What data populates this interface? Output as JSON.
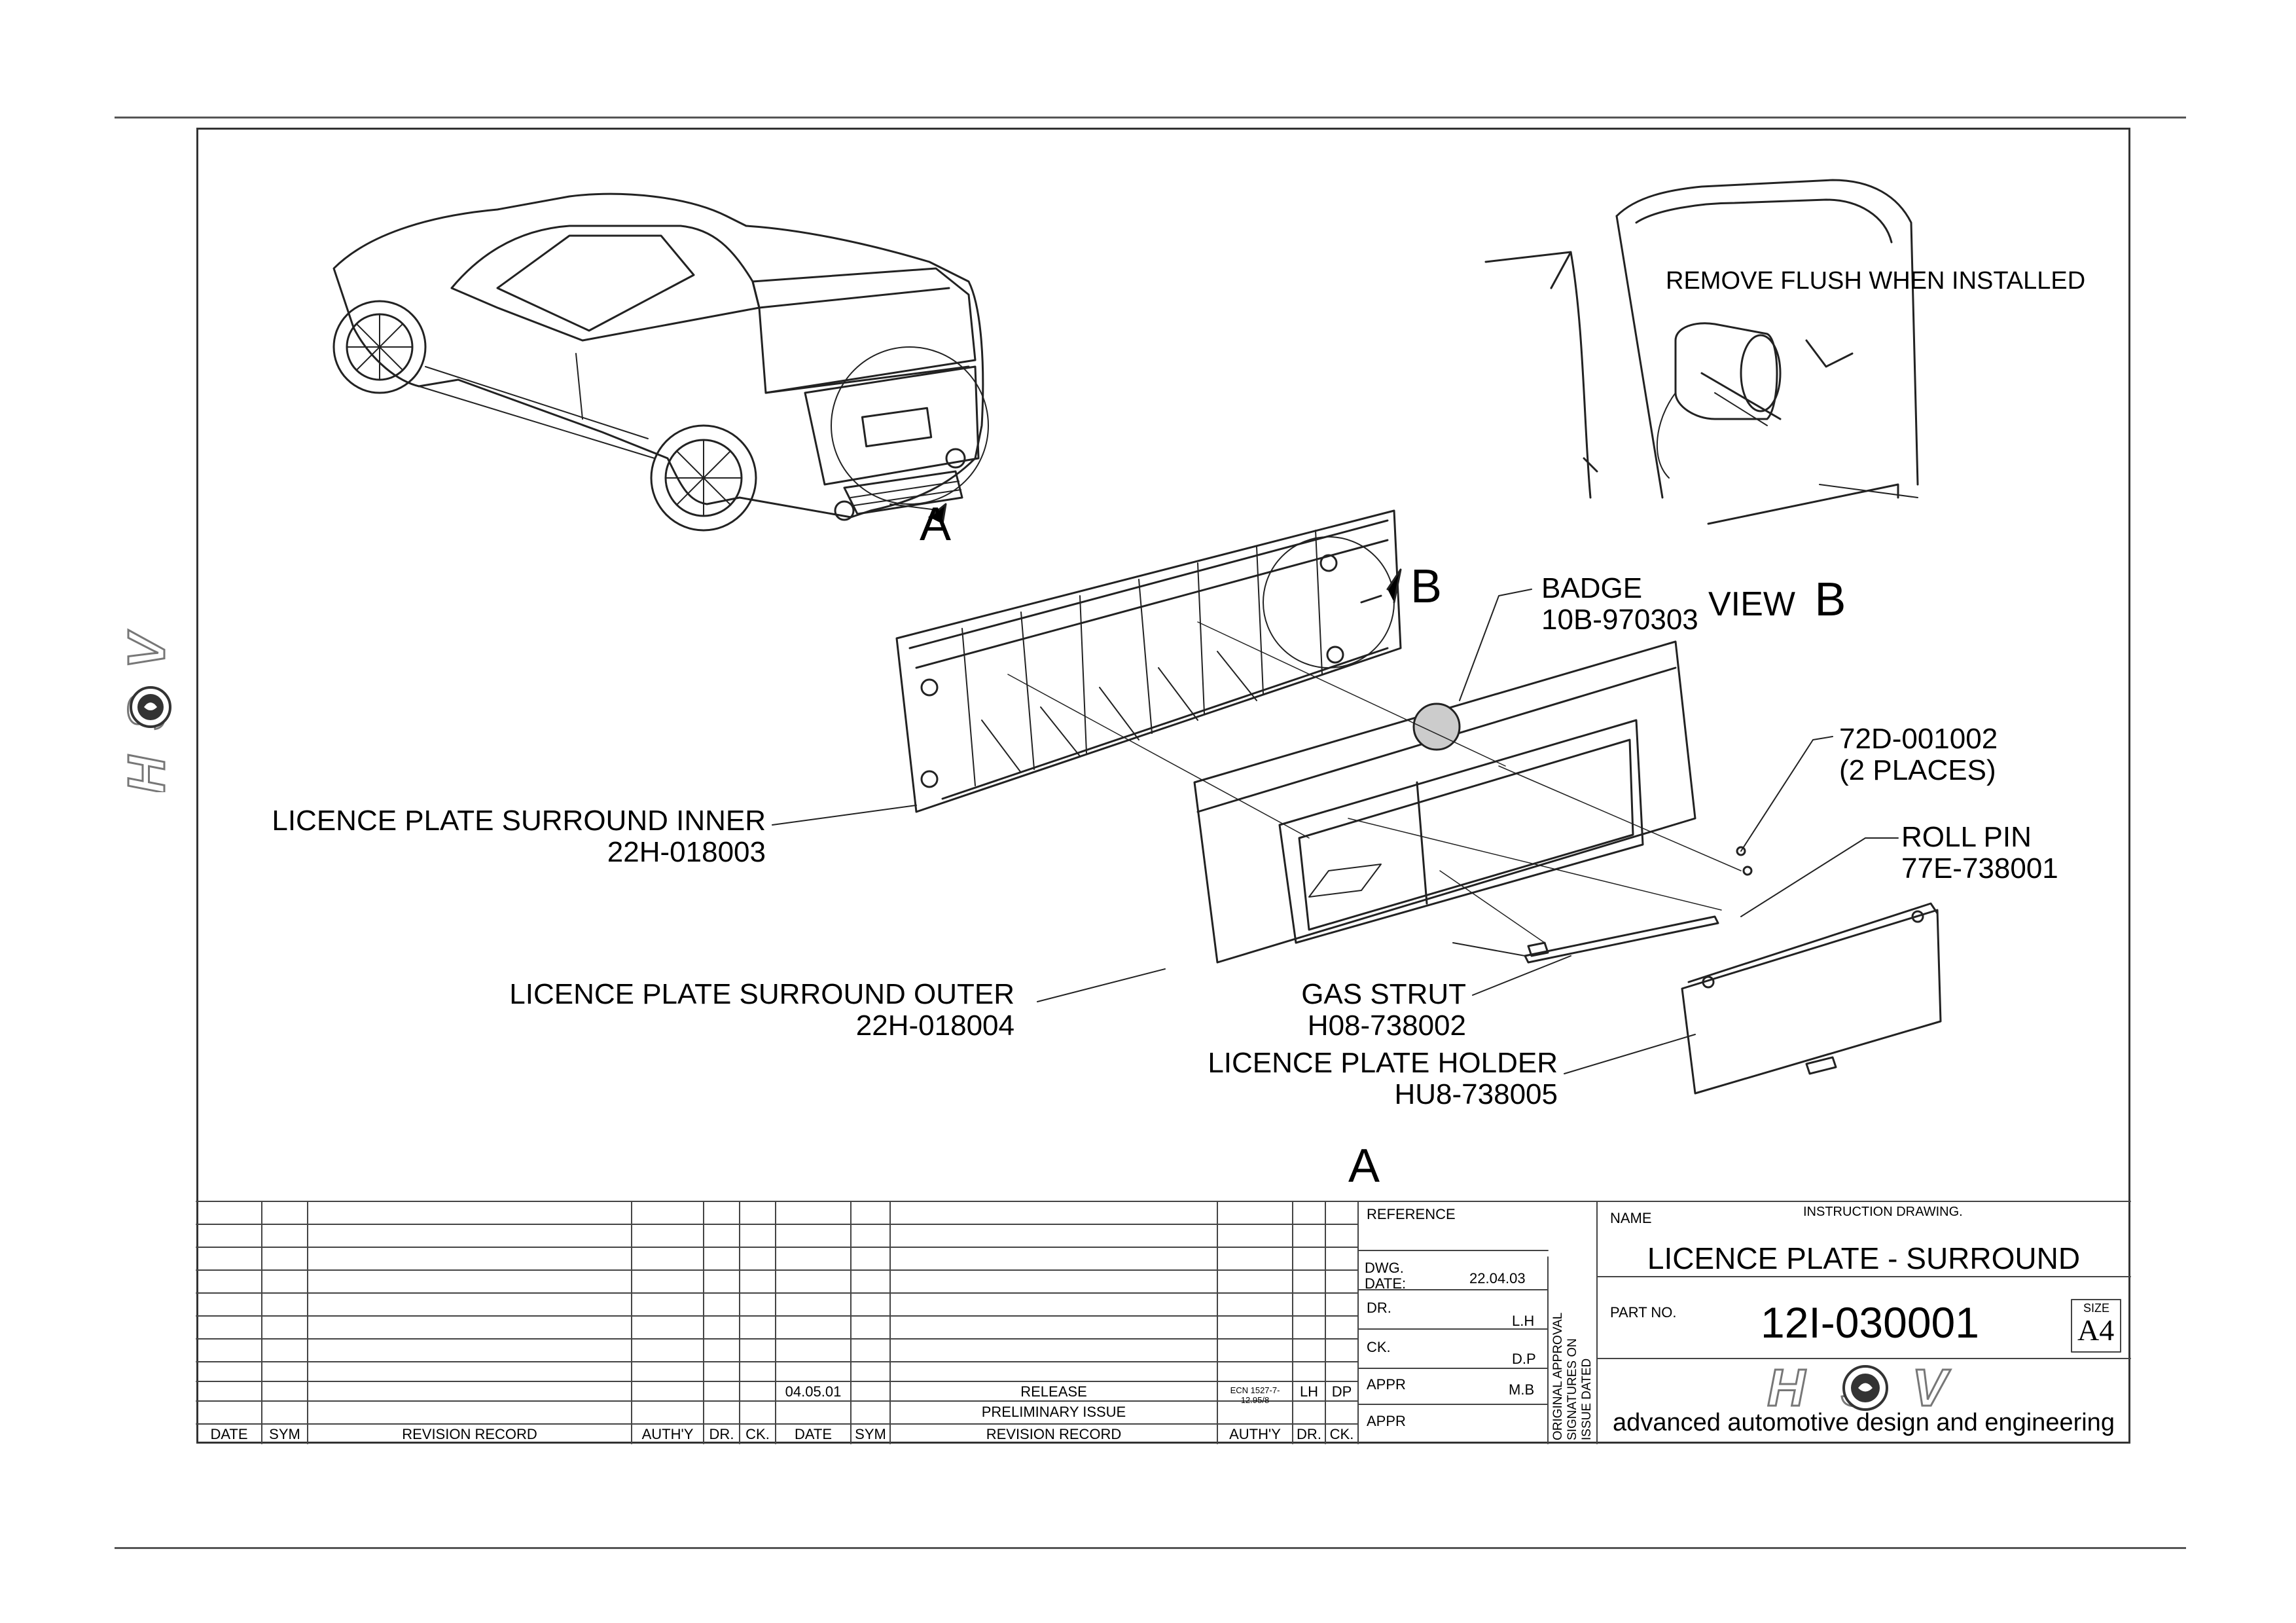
{
  "side_logo": {
    "text": "HSV"
  },
  "view_b": {
    "note": "REMOVE FLUSH WHEN INSTALLED",
    "label": "VIEW",
    "letter": "B"
  },
  "markers": {
    "a_car": "A",
    "b_detail": "B",
    "a_view": "A"
  },
  "callouts": [
    {
      "name": "BADGE",
      "part": "10B-970303"
    },
    {
      "name": "72D-001002",
      "part": "(2 PLACES)"
    },
    {
      "name": "ROLL PIN",
      "part": "77E-738001"
    },
    {
      "name": "LICENCE PLATE SURROUND INNER",
      "part": "22H-018003"
    },
    {
      "name": "LICENCE PLATE SURROUND OUTER",
      "part": "22H-018004"
    },
    {
      "name": "GAS STRUT",
      "part": "H08-738002"
    },
    {
      "name": "LICENCE PLATE HOLDER",
      "part": "HU8-738005"
    }
  ],
  "revision_table": {
    "headers_left": [
      "DATE",
      "SYM",
      "REVISION RECORD",
      "AUTH'Y",
      "DR.",
      "CK."
    ],
    "headers_right": [
      "DATE",
      "SYM",
      "REVISION RECORD",
      "AUTH'Y",
      "DR.",
      "CK."
    ],
    "release_row": {
      "date": "04.05.01",
      "record": "RELEASE",
      "auth": "ECN 1527-7-12.95/8",
      "dr": "LH",
      "ck": "DP"
    },
    "preliminary": "PRELIMINARY ISSUE"
  },
  "approval": {
    "reference_label": "REFERENCE",
    "dwg_date_label": "DWG. DATE:",
    "dwg_date": "22.04.03",
    "dr_label": "DR.",
    "dr": "L.H",
    "ck_label": "CK.",
    "ck": "D.P",
    "appr_label": "APPR",
    "appr": "M.B",
    "appr2_label": "APPR",
    "vertical_note": [
      "ORIGINAL APPROVAL",
      "SIGNATURES ON",
      "ISSUE DATED"
    ]
  },
  "title_block": {
    "name_label": "NAME",
    "type": "INSTRUCTION DRAWING.",
    "title": "LICENCE PLATE - SURROUND",
    "part_label": "PART NO.",
    "part_no": "12I-030001",
    "size_label": "SIZE",
    "size": "A4",
    "company_logo": "HSV",
    "tagline": "advanced automotive design and engineering"
  }
}
